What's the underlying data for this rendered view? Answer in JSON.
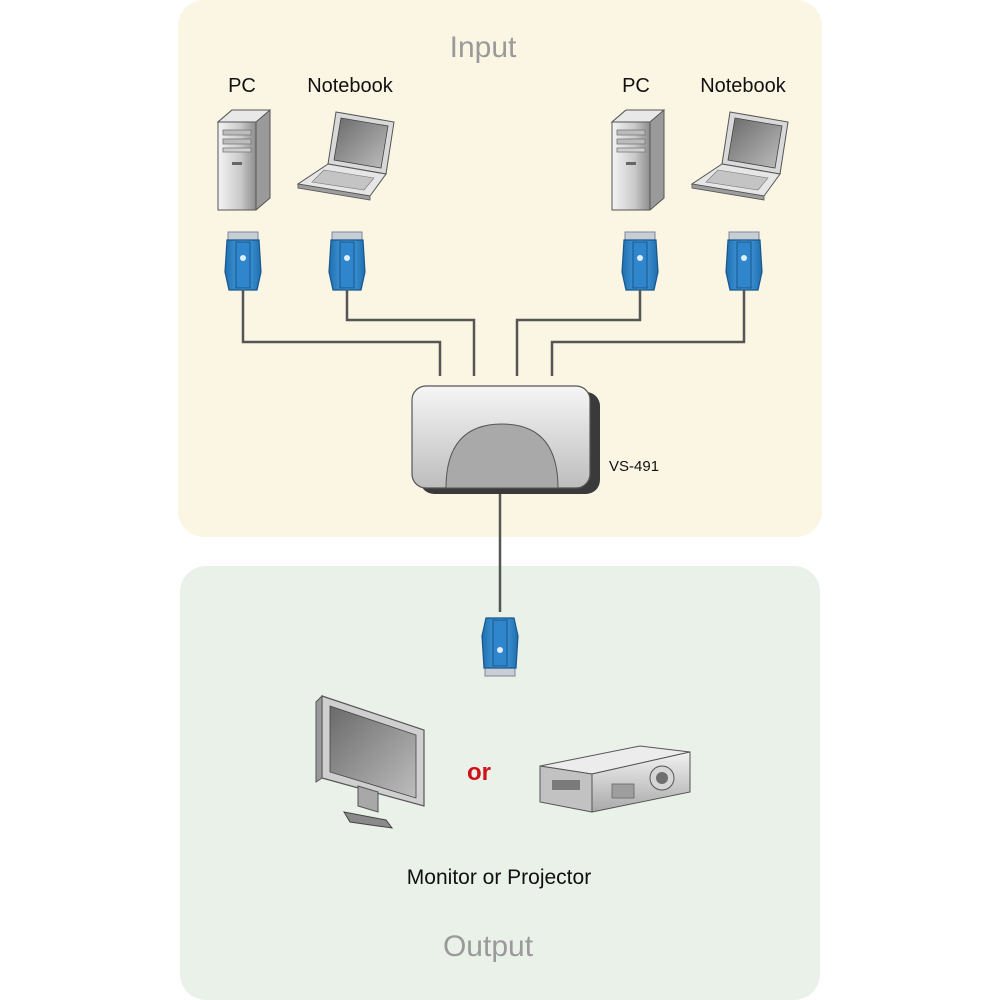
{
  "sections": {
    "input_title": "Input",
    "output_title": "Output"
  },
  "devices": {
    "pc_1": "PC",
    "notebook_1": "Notebook",
    "pc_2": "PC",
    "notebook_2": "Notebook",
    "switch_model": "VS-491",
    "or_text": "or",
    "output_devices": "Monitor or Projector"
  },
  "colors": {
    "input_bg": "#fbf6e3",
    "output_bg": "#e9f1e9",
    "connector_blue": "#2a7fc1",
    "or_red": "#d0101a"
  },
  "icons": [
    "pc-tower-icon",
    "notebook-icon",
    "vga-connector-icon",
    "video-switch-icon",
    "lcd-monitor-icon",
    "projector-icon"
  ]
}
